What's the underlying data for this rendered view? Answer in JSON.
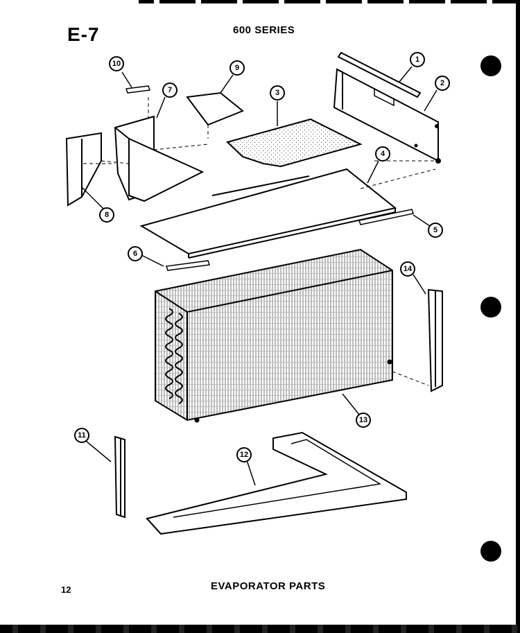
{
  "header": {
    "page_code": "E-7",
    "series": "600 SERIES"
  },
  "footer": {
    "caption": "EVAPORATOR PARTS",
    "page_number": "12"
  },
  "callouts": [
    "1",
    "2",
    "3",
    "4",
    "5",
    "6",
    "7",
    "8",
    "9",
    "10",
    "11",
    "12",
    "13",
    "14"
  ],
  "binder_hole_icon": "filled-circle",
  "colors": {
    "ink": "#000000",
    "paper": "#ffffff"
  }
}
